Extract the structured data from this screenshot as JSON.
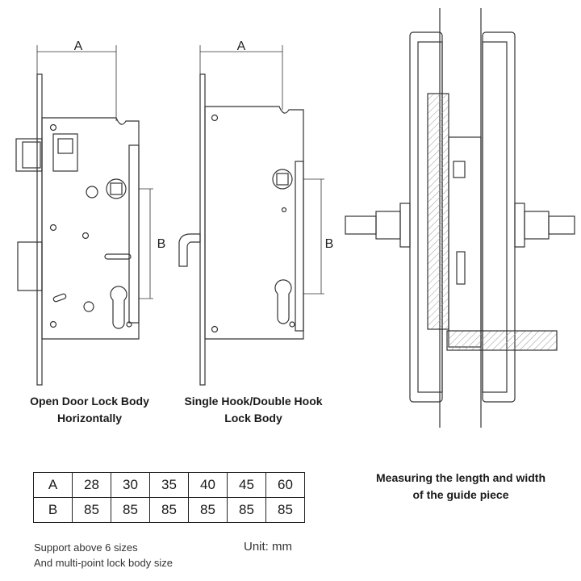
{
  "labels": {
    "dimension_a": "A",
    "dimension_b": "B"
  },
  "captions": {
    "left_line1": "Open Door Lock Body",
    "left_line2": "Horizontally",
    "mid_line1": "Single Hook/Double Hook",
    "mid_line2": "Lock Body",
    "right_line1": "Measuring the length and width",
    "right_line2": "of the guide piece"
  },
  "size_table": {
    "rows": [
      {
        "label": "A",
        "values": [
          "28",
          "30",
          "35",
          "40",
          "45",
          "60"
        ]
      },
      {
        "label": "B",
        "values": [
          "85",
          "85",
          "85",
          "85",
          "85",
          "85"
        ]
      }
    ]
  },
  "notes": {
    "line1": "Support above 6 sizes",
    "line2": "And multi-point lock body size",
    "unit": "Unit: mm"
  }
}
